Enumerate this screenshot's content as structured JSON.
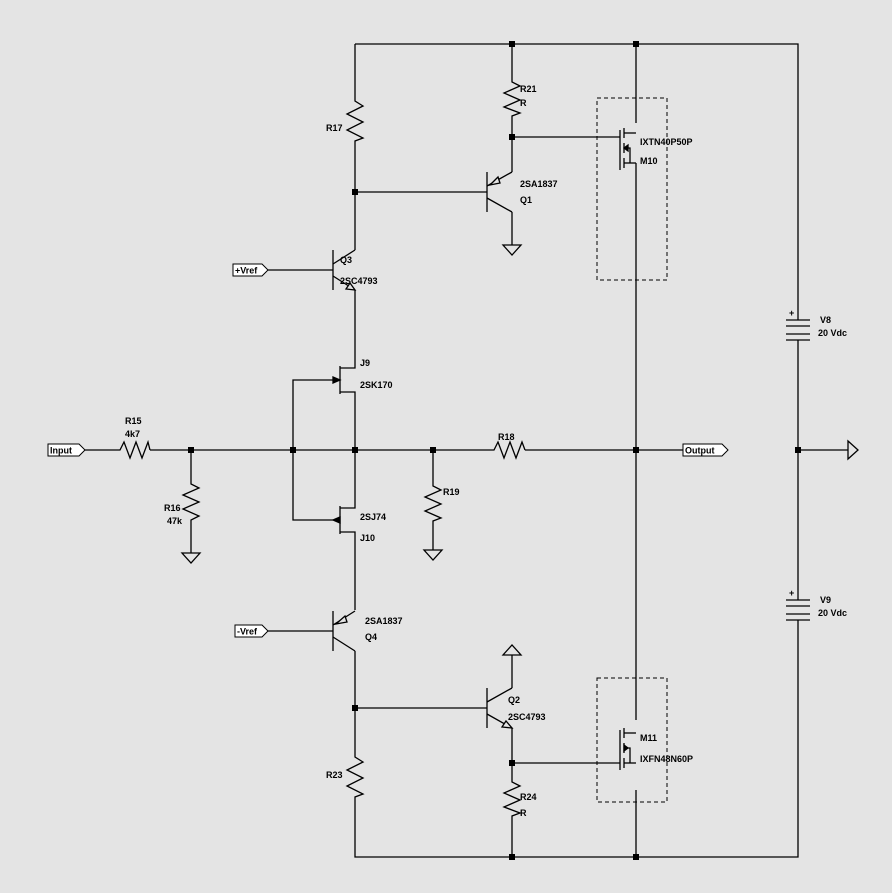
{
  "schematic": {
    "ports": {
      "input": "Input",
      "output": "Output",
      "pos_vref": "+Vref",
      "neg_vref": "-Vref"
    },
    "resistors": {
      "R15": {
        "name": "R15",
        "value": "4k7"
      },
      "R16": {
        "name": "R16",
        "value": "47k"
      },
      "R17": {
        "name": "R17"
      },
      "R18": {
        "name": "R18"
      },
      "R19": {
        "name": "R19"
      },
      "R21": {
        "name": "R21",
        "value": "R"
      },
      "R23": {
        "name": "R23"
      },
      "R24": {
        "name": "R24",
        "value": "R"
      }
    },
    "transistors": {
      "Q1": {
        "name": "Q1",
        "model": "2SA1837"
      },
      "Q2": {
        "name": "Q2",
        "model": "2SC4793"
      },
      "Q3": {
        "name": "Q3",
        "model": "2SC4793"
      },
      "Q4": {
        "name": "Q4",
        "model": "2SA1837"
      },
      "J9": {
        "name": "J9",
        "model": "2SK170"
      },
      "J10": {
        "name": "J10",
        "model": "2SJ74"
      },
      "M10": {
        "name": "M10",
        "model": "IXTN40P50P"
      },
      "M11": {
        "name": "M11",
        "model": "IXFN48N60P"
      }
    },
    "sources": {
      "V8": {
        "name": "V8",
        "value": "20 Vdc"
      },
      "V9": {
        "name": "V9",
        "value": "20 Vdc"
      }
    }
  }
}
